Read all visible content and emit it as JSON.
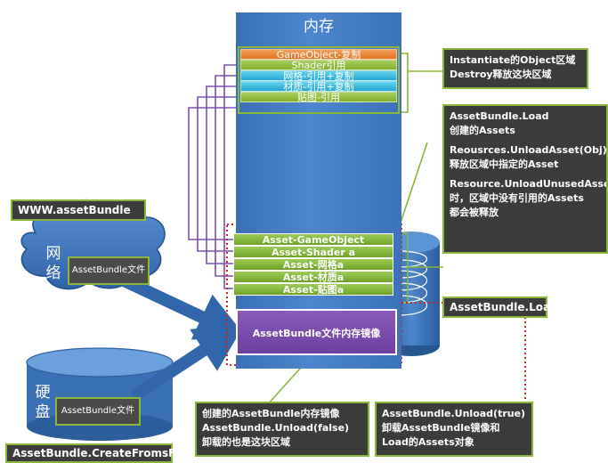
{
  "memory": {
    "title": "内存",
    "top_items": [
      "GameObject-复制",
      "Shader引用",
      "网格-引用+复制",
      "材质-引用+复制",
      "贴图-引用"
    ],
    "asset_items": [
      "Asset-GameObject",
      "Asset-Shader a",
      "Asset-网格a",
      "Asset-材质a",
      "Asset-贴图a"
    ],
    "mirror_label": "AssetBundle文件内存镜像"
  },
  "callouts": {
    "instantiate": [
      "Instantiate的Object区域",
      "Destroy释放这块区域"
    ],
    "load_info": [
      "AssetBundle.Load",
      "创建的Assets",
      "",
      "Reousrces.UnloadAsset(Obj)",
      "释放区域中指定的Asset",
      "",
      "Resource.UnloadUnusedAssets",
      "时，区域中没有引用的Assets",
      "都会被释放"
    ],
    "assetbundle_load": "AssetBundle.Load",
    "unload_false": [
      "创建的AssetBundle内存镜像",
      "AssetBundle.Unload(false)",
      "卸载的也是这块区域"
    ],
    "unload_true": [
      "AssetBundle.Unload(true)",
      "卸载AssetBundle镜像和",
      "Load的Assets对象"
    ]
  },
  "sources": {
    "www_label": "WWW.assetBundle",
    "network_chars": [
      "网",
      "络"
    ],
    "network_file": "AssetBundle文件",
    "disk_chars": [
      "硬",
      "盘"
    ],
    "disk_file": "AssetBundle文件",
    "create_label": "AssetBundle.CreateFromsFile"
  },
  "colors": {
    "memory_blue": "#3f78bf",
    "green_border": "#8ab63a",
    "purple": "#7b4fb0",
    "red_dotted": "#c0282a",
    "callout_bg": "#3b3b3b"
  }
}
